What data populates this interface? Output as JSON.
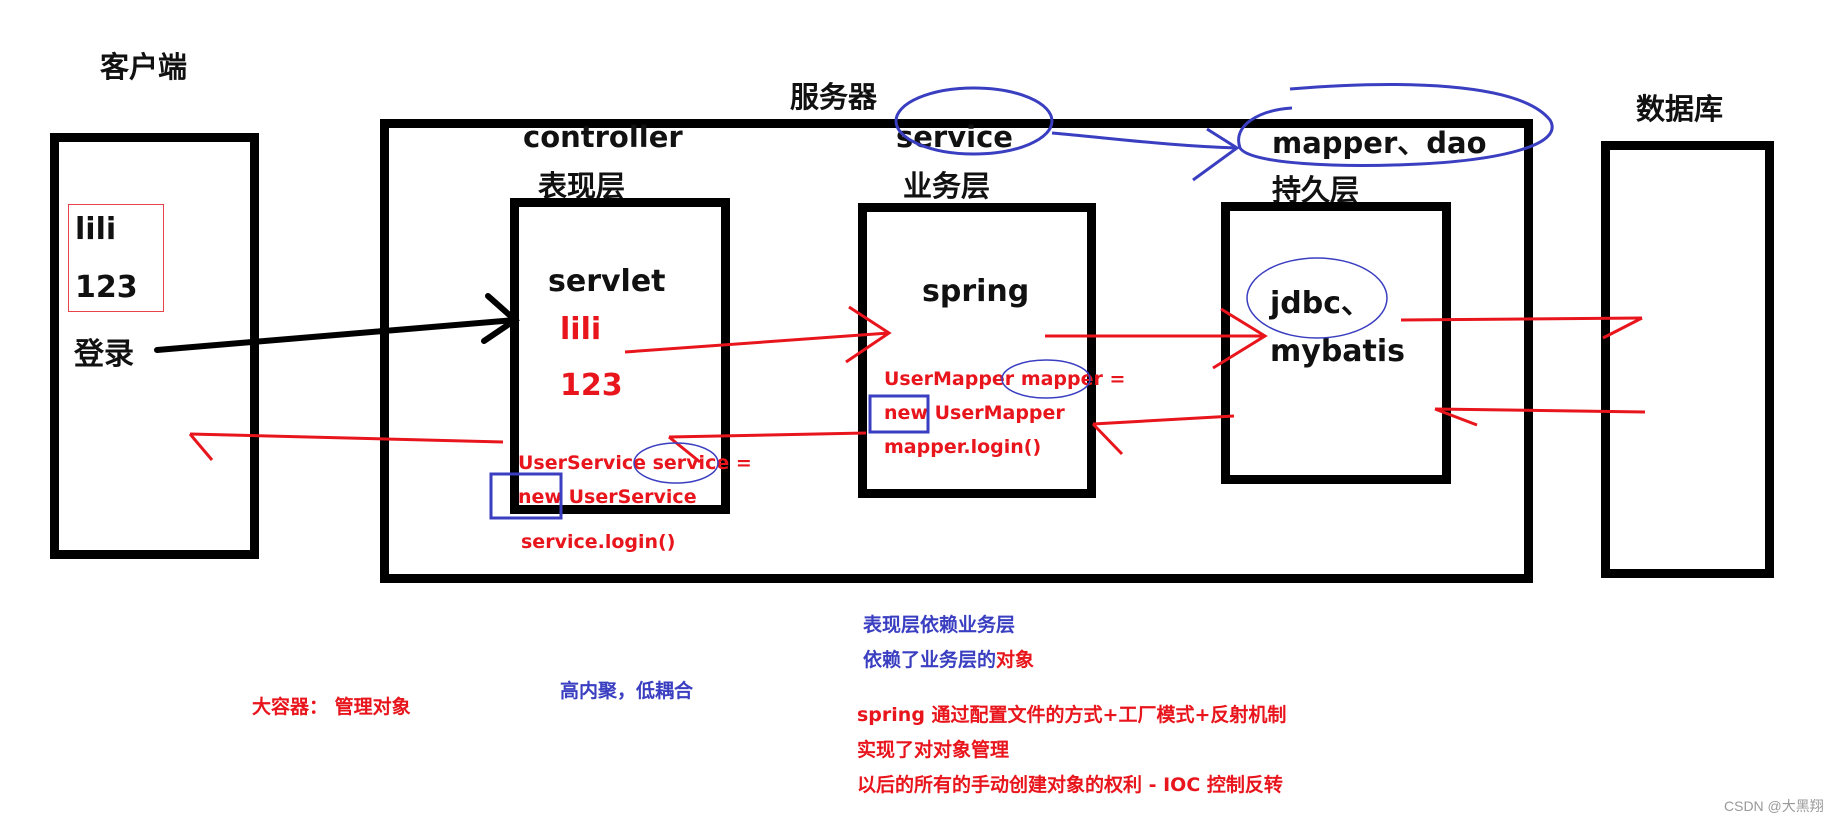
{
  "client": {
    "title": "客户端",
    "username": "lili",
    "password": "123",
    "login": "登录"
  },
  "server": {
    "title": "服务器",
    "controller": {
      "name": "controller",
      "layer": "表现层",
      "tech": "servlet",
      "value1": "lili",
      "value2": "123",
      "code": [
        "UserService service =",
        "new UserService",
        "service.login()"
      ],
      "code_parts": {
        "type": "UserService",
        "var": "service",
        "eq": "=",
        "new_kw": "new",
        "ctor": "UserService"
      }
    },
    "service": {
      "name": "service",
      "layer": "业务层",
      "tech": "spring",
      "code_parts": {
        "type": "UserMapper",
        "var": "mapper",
        "eq": "=",
        "new_kw": "new",
        "ctor": "UserMapper",
        "call": "mapper.login()"
      }
    },
    "mapper": {
      "name": "mapper、dao",
      "layer": "持久层",
      "tech1": "jdbc、",
      "tech2": "mybatis"
    }
  },
  "database": {
    "title": "数据库"
  },
  "notes": {
    "container": "大容器：  管理对象",
    "cohesion": "高内聚，低耦合",
    "dependency1": "表现层依赖业务层",
    "dependency2_a": "依赖了业务层的",
    "dependency2_b": "对象",
    "spring1": "spring 通过配置文件的方式+工厂模式+反射机制",
    "spring2": "实现了对对象管理",
    "spring3": "以后的所有的手动创建对象的权利 - IOC 控制反转"
  },
  "watermark": "CSDN @大黑翔",
  "colors": {
    "red": "#e8151c",
    "blue": "#3a3ec0",
    "black": "#000000"
  }
}
